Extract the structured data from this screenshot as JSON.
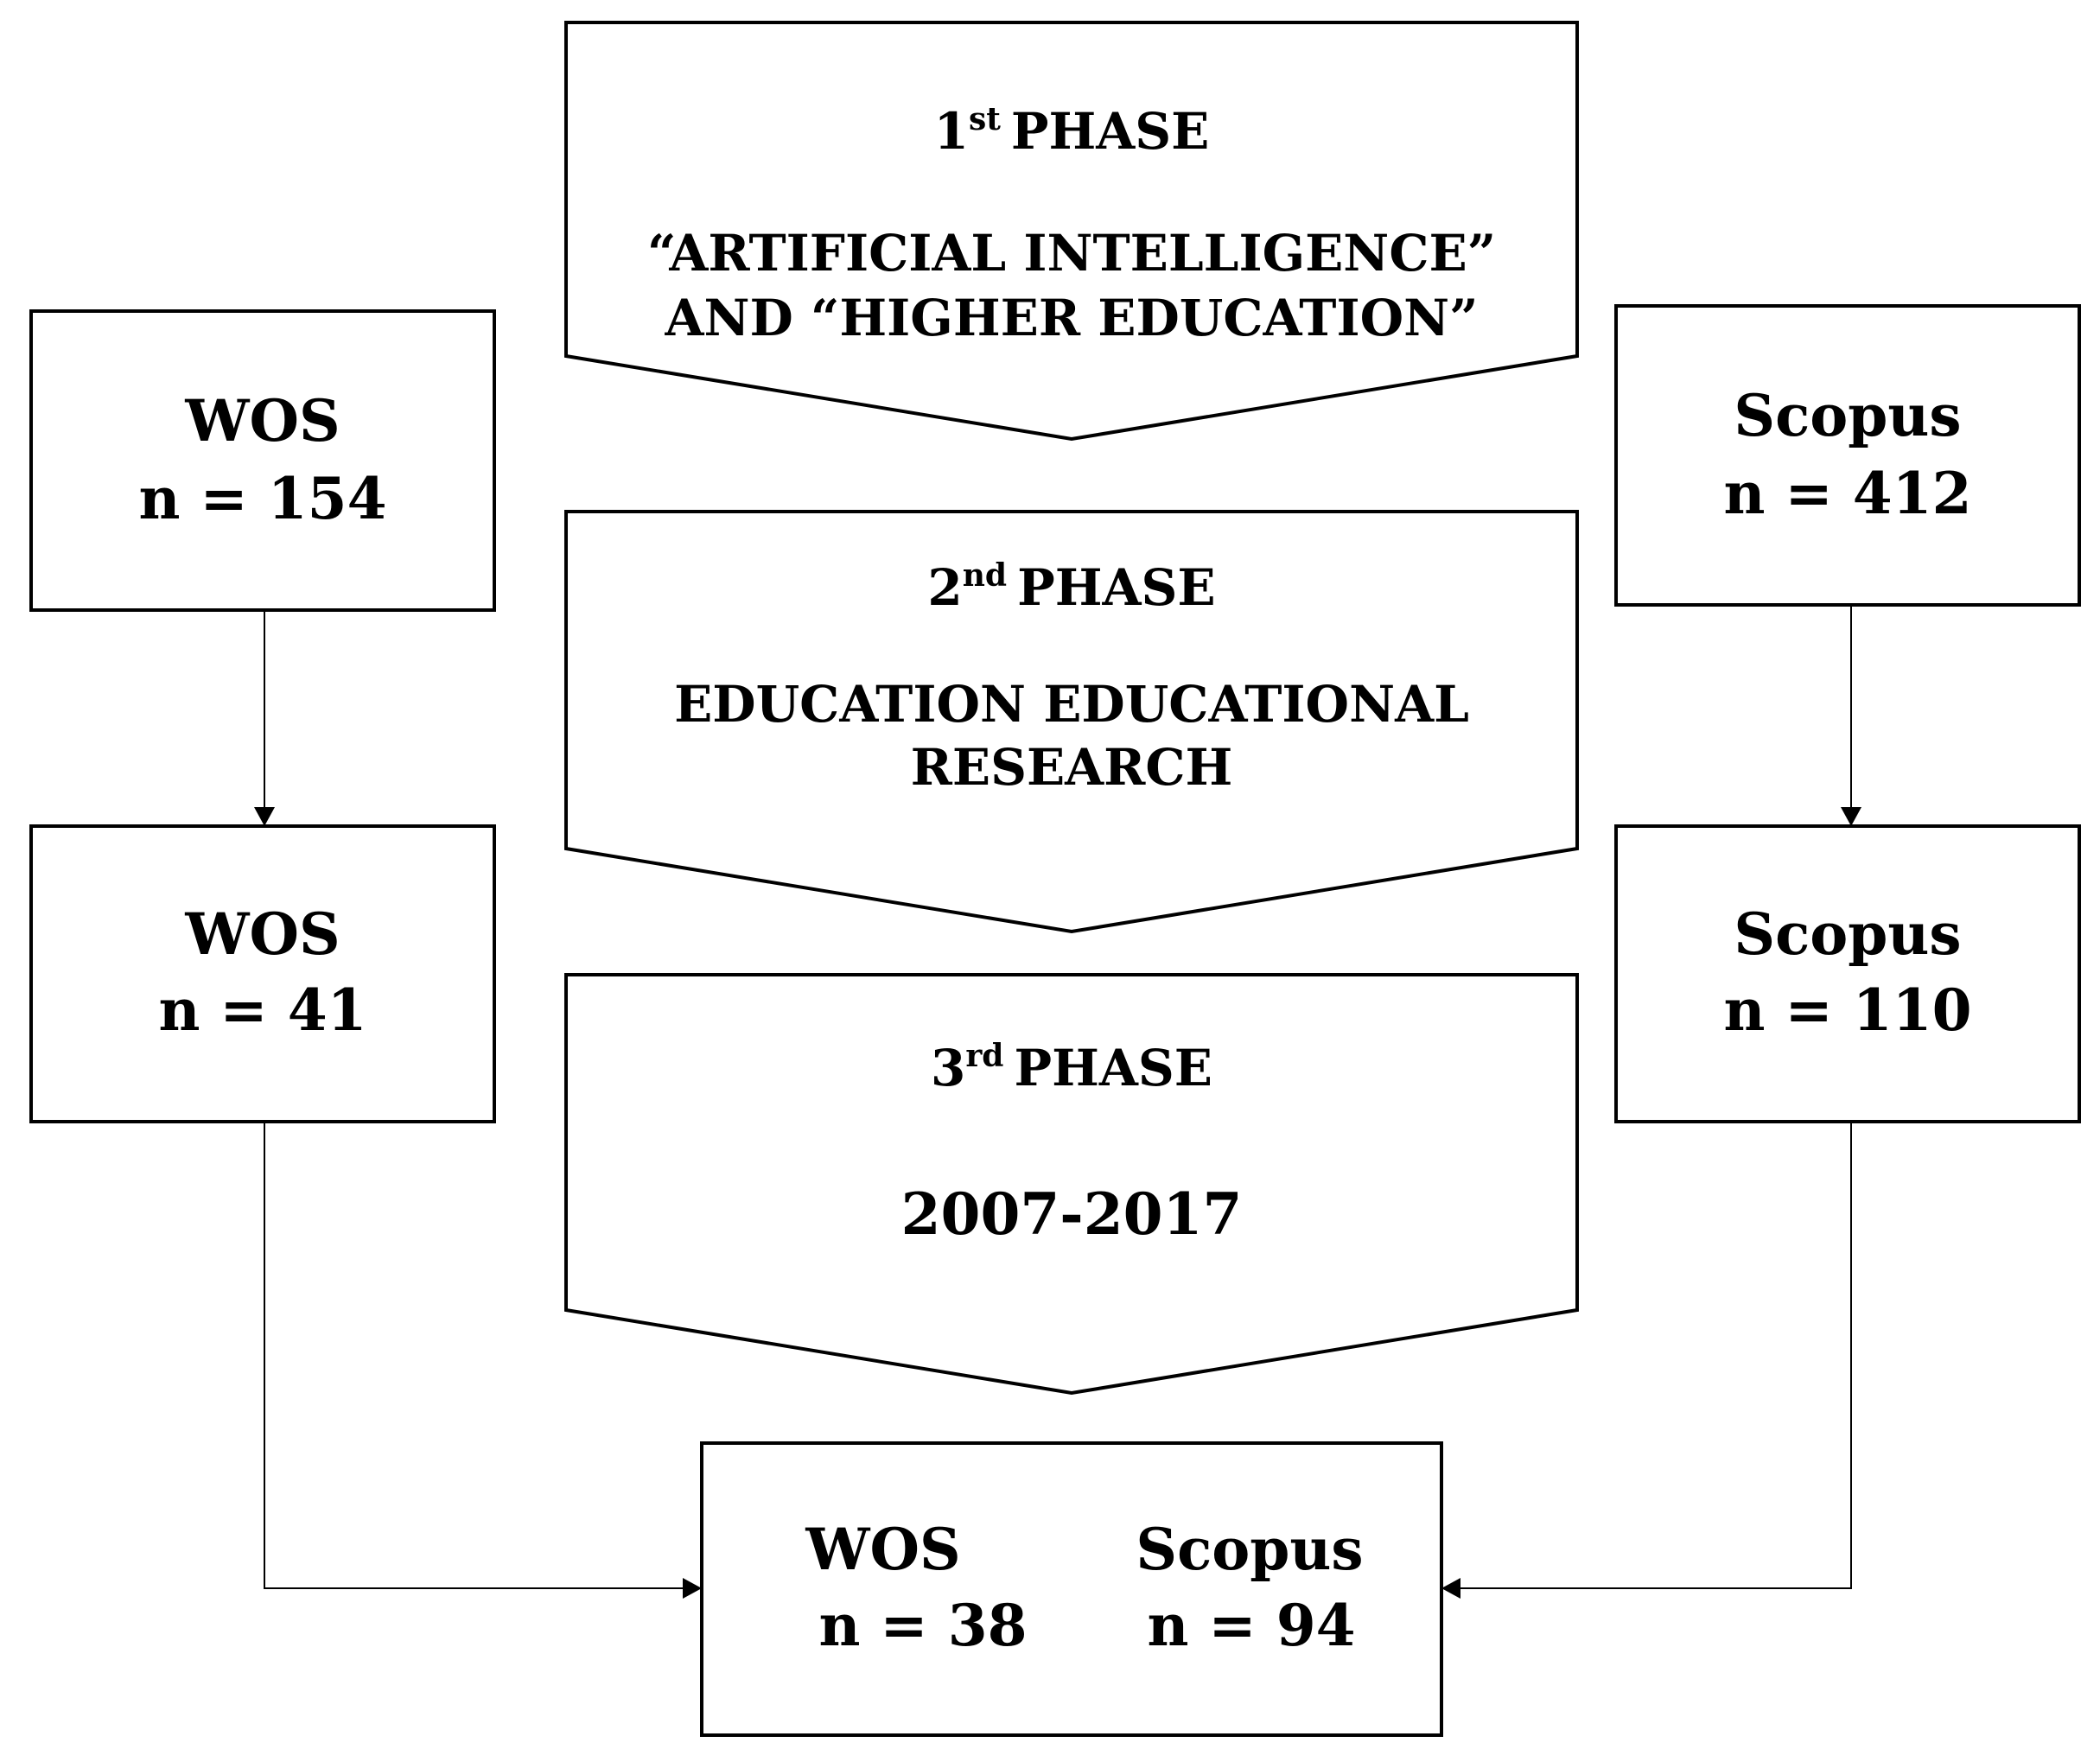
{
  "phases": [
    {
      "num": "1",
      "suffix": "st",
      "word": "PHASE",
      "lines": [
        "“ARTIFICIAL  INTELLIGENCE”",
        "AND “HIGHER EDUCATION”"
      ]
    },
    {
      "num": "2",
      "suffix": "nd",
      "word": "PHASE",
      "lines": [
        "EDUCATION  EDUCATIONAL",
        "RESEARCH"
      ]
    },
    {
      "num": "3",
      "suffix": "rd",
      "word": "PHASE",
      "lines": [
        "2007-2017"
      ]
    }
  ],
  "wos": [
    {
      "name": "WOS",
      "count": "n = 154"
    },
    {
      "name": "WOS",
      "count": "n = 41"
    }
  ],
  "scopus": [
    {
      "name": "Scopus",
      "count": "n = 412"
    },
    {
      "name": "Scopus",
      "count": "n = 110"
    }
  ],
  "final": {
    "wos_name": "WOS",
    "wos_count": "n =  38",
    "scopus_name": "Scopus",
    "scopus_count": "n = 94"
  }
}
